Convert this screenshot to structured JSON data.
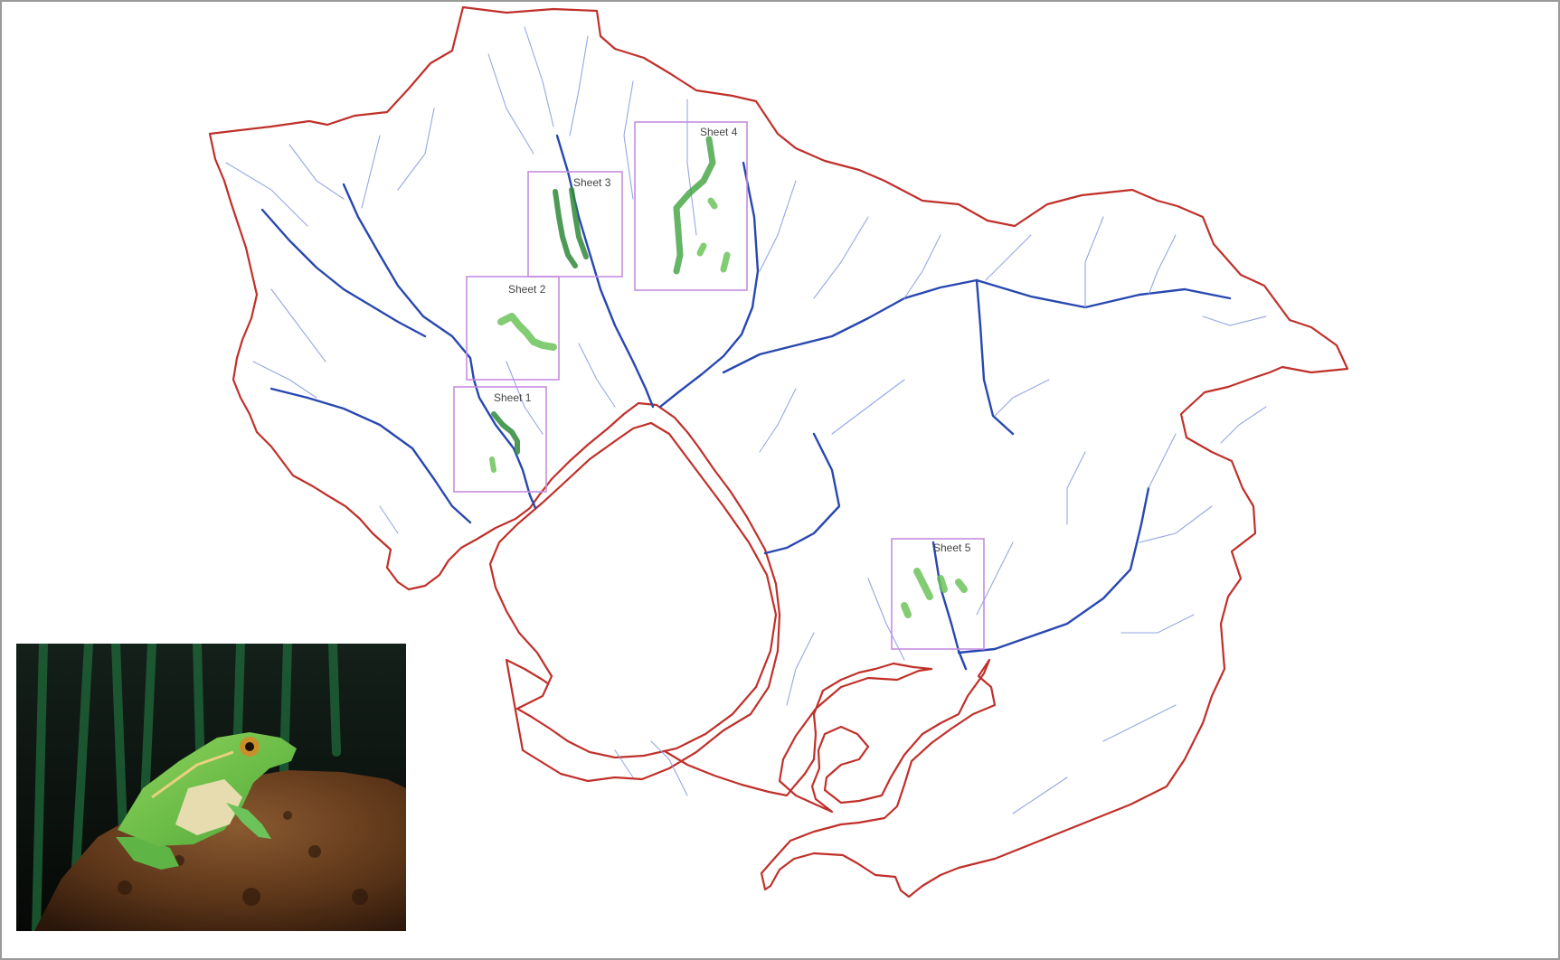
{
  "colors": {
    "boundary": "#c0302a",
    "river_major": "#2848b0",
    "river_minor": "#8a9ee0",
    "sheet_box": "#c58ee0",
    "habitat_dark": "#2f8a3a",
    "habitat_light": "#6cc35a",
    "frame": "#9a9a9a"
  },
  "sheets": [
    {
      "id": "sheet-1",
      "label": "Sheet 1"
    },
    {
      "id": "sheet-2",
      "label": "Sheet 2"
    },
    {
      "id": "sheet-3",
      "label": "Sheet 3"
    },
    {
      "id": "sheet-4",
      "label": "Sheet 4"
    },
    {
      "id": "sheet-5",
      "label": "Sheet 5"
    }
  ],
  "inset_photo": {
    "subject_icon": "frog-on-rock-photo"
  }
}
